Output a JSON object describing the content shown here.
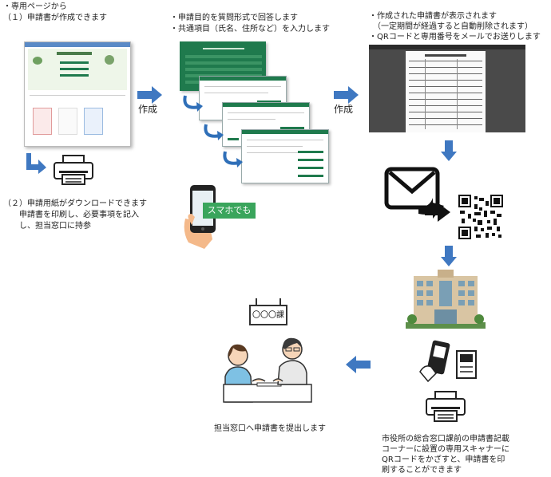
{
  "header": {
    "line1": "・専用ページから",
    "line2": "（１）申請書が作成できます"
  },
  "step2_text": {
    "line1": "・申請目的を質問形式で回答します",
    "line2": "・共通項目（氏名、住所など）を入力します"
  },
  "step3_text": {
    "line1": "・作成された申請書が表示されます",
    "line2": "　（一定期間が経過すると自動削除されます）",
    "line3": "・QRコードと専用番号をメールでお送りします"
  },
  "arrow_label_1": "作成",
  "arrow_label_2": "作成",
  "download_text": {
    "line1": "（２）申請用紙がダウンロードできます",
    "line2": "　　申請書を印刷し、必要事項を記入",
    "line3": "　　し、担当窓口に持参"
  },
  "smartphone_label": "スマホでも",
  "window_sign": "〇〇〇課",
  "submit_text": "担当窓口へ申請書を提出します",
  "scanner_text": {
    "line1": "市役所の総合窓口課前の申請書記載",
    "line2": "コーナーに設置の専用スキャナーに",
    "line3": "QRコードをかざすと、申請書を印",
    "line4": "刷することができます"
  },
  "colors": {
    "arrow_blue": "#3f78c1",
    "form_green": "#1f7a4d",
    "smartphone_label_bg": "#3aa55c"
  }
}
